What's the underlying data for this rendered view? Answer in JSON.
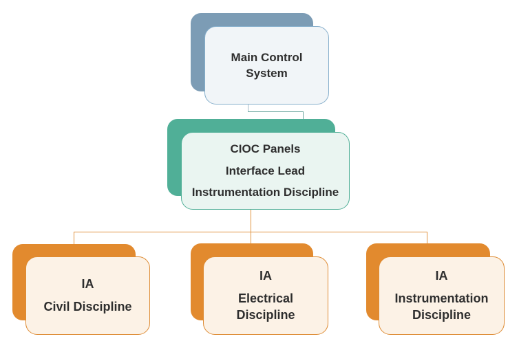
{
  "diagram": {
    "type": "org-chart",
    "nodes": [
      {
        "id": "main-control-system",
        "theme": "blue",
        "lines": [
          "Main Control System"
        ]
      },
      {
        "id": "cioc-interface-lead",
        "theme": "teal",
        "lines": [
          "CIOC Panels",
          "Interface Lead",
          "Instrumentation Discipline"
        ]
      },
      {
        "id": "ia-civil",
        "theme": "orange",
        "lines": [
          "IA",
          "Civil Discipline"
        ]
      },
      {
        "id": "ia-electrical",
        "theme": "orange",
        "lines": [
          "IA",
          "Electrical Discipline"
        ]
      },
      {
        "id": "ia-instrumentation",
        "theme": "orange",
        "lines": [
          "IA",
          "Instrumentation Discipline"
        ]
      }
    ],
    "edges": [
      {
        "from": "main-control-system",
        "to": "cioc-interface-lead"
      },
      {
        "from": "cioc-interface-lead",
        "to": "ia-civil"
      },
      {
        "from": "cioc-interface-lead",
        "to": "ia-electrical"
      },
      {
        "from": "cioc-interface-lead",
        "to": "ia-instrumentation"
      }
    ]
  },
  "palette": {
    "blue-back": "#7c9cb5",
    "blue-front": "#f1f5f8",
    "blue-border": "#85aecb",
    "teal-back": "#50af97",
    "teal-front": "#eaf5f1",
    "teal-border": "#50af97",
    "orange-back": "#e28a2e",
    "orange-front": "#fcf2e6",
    "orange-border": "#de8b33",
    "conn-teal": "#6fa9a1",
    "conn-stub": "#a3bbc9",
    "conn-orange": "#e0923e",
    "text": "#2e2e2e"
  }
}
